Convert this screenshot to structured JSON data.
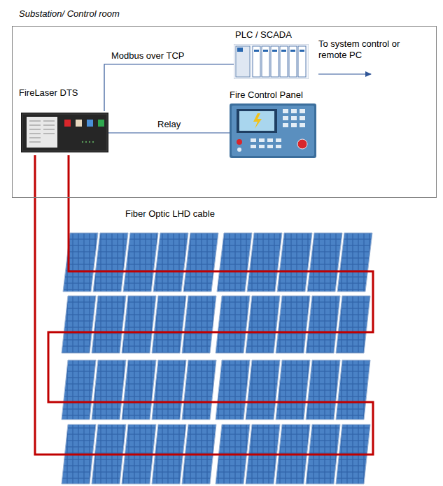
{
  "diagram": {
    "nodes": [
      {
        "text": [
          "Substation/ Control room"
        ]
      },
      {
        "text": [
          "FireLaser DTS"
        ],
        "in": 0
      },
      {
        "text": [
          "PLC / SCADA"
        ],
        "in": 0
      },
      {
        "text": [
          "Fire Control Panel"
        ],
        "in": 0
      }
    ],
    "edges": [
      {
        "from": 1,
        "to": 2,
        "label": "Modbus over TCP",
        "arrow": "none"
      },
      {
        "from": 1,
        "to": 3,
        "label": "Relay",
        "arrow": "none"
      }
    ],
    "labels": [
      "To system control or remote PC",
      "Fiber Optic LHD cable"
    ]
  }
}
